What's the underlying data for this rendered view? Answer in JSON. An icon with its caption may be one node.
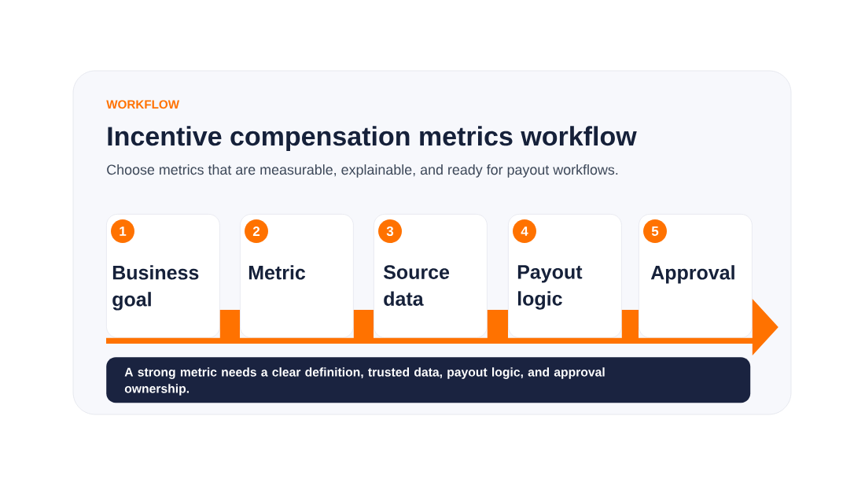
{
  "diagram": {
    "title": "Incentive compensation metrics workflow",
    "nodes": [
      {
        "text": [
          "Business goal"
        ]
      },
      {
        "text": [
          "1"
        ],
        "in": 0
      },
      {
        "text": [
          "Metric"
        ]
      },
      {
        "text": [
          "2"
        ],
        "in": 2
      },
      {
        "text": [
          "Source data"
        ]
      },
      {
        "text": [
          "3"
        ],
        "in": 4
      },
      {
        "text": [
          "Payout logic"
        ]
      },
      {
        "text": [
          "4"
        ],
        "in": 6
      },
      {
        "text": [
          "Approval"
        ]
      },
      {
        "text": [
          "5"
        ],
        "in": 8
      },
      {
        "text": [
          "A strong metric needs a clear definition, trusted data, payout logic, and approval ownership."
        ]
      }
    ],
    "edges": [
      {
        "from": 0,
        "to": 2,
        "arrow": "none"
      },
      {
        "from": 2,
        "to": 4,
        "arrow": "none"
      },
      {
        "from": 4,
        "to": 6,
        "arrow": "none"
      },
      {
        "from": 6,
        "to": 8,
        "arrow": "none"
      },
      {
        "from": 8,
        "to": null,
        "arrow": "to"
      }
    ],
    "labels": [
      "WORKFLOW",
      "Choose metrics that are measurable, explainable, and ready for payout workflows."
    ]
  }
}
